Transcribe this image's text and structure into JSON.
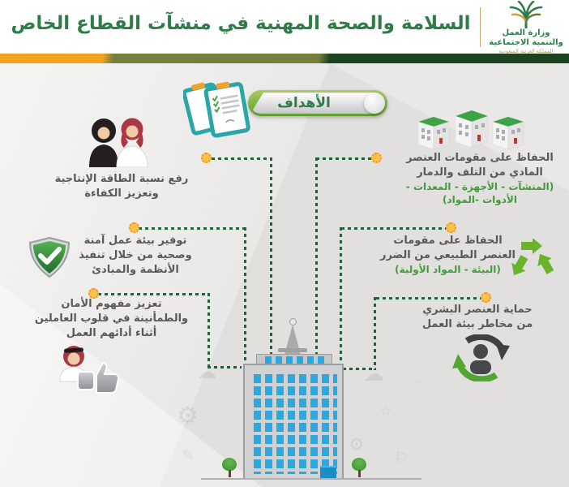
{
  "header": {
    "title": "السلامة والصحة المهنية في منشآت القطاع الخاص",
    "ministry": {
      "line1": "وزارة العمل",
      "line2": "والتنمية الاجتماعية",
      "line3": "المملكة العربية السعودية"
    }
  },
  "banner": {
    "label": "الأهداف"
  },
  "objectives": {
    "left": [
      {
        "id": "productivity",
        "lines": [
          "رفع نسبة الطاقة الإنتاجية",
          "وتعزيز الكفاءة"
        ]
      },
      {
        "id": "safe-environment",
        "lines": [
          "توفير بيئة عمل آمنة",
          "وصحية من خلال تنفيذ",
          "الأنظمة والمبادئ"
        ]
      },
      {
        "id": "reassurance",
        "lines": [
          "تعزيز مفهوم الأمان",
          "والطمأنينة في قلوب العاملين",
          "أثناء أدائهم العمل"
        ]
      }
    ],
    "right": [
      {
        "id": "material-protection",
        "lines": [
          "الحفاظ على مقومات العنصر",
          "المادي من التلف والدمار"
        ],
        "sub": [
          "(المنشآت - الأجهزة - المعدات -",
          "الأدوات -المواد)"
        ]
      },
      {
        "id": "natural-protection",
        "lines": [
          "الحفاظ على مقومات",
          "العنصر الطبيعي من الضرر"
        ],
        "sub": [
          "(البيئة - المواد الأولية)"
        ]
      },
      {
        "id": "human-protection",
        "lines": [
          "حماية العنصر البشري",
          "من مخاطر بيئة العمل"
        ],
        "sub": []
      }
    ]
  },
  "colors": {
    "title_green": "#2f7c49",
    "text_gray": "#58595b",
    "sub_green": "#3f9b3c",
    "band_gold": "#f2a51c",
    "band_olive": "#75803f",
    "band_dark_green": "#1c4220",
    "dotted_line_green": "#156a38",
    "connector_dot_orange": "#f39324",
    "window_blue": "#2aa9e0",
    "clipboard_teal": "#2aa5a8",
    "shield_green": "#2f8a3c",
    "recycle_green": "#6ab32c"
  },
  "doodles": [
    {
      "name": "doodle-gear-icon",
      "glyph": "⚙"
    },
    {
      "name": "doodle-cloud-icon",
      "glyph": "☁"
    },
    {
      "name": "doodle-pencil-icon",
      "glyph": "✎"
    },
    {
      "name": "doodle-gear-icon",
      "glyph": "⚙"
    },
    {
      "name": "doodle-cloud-icon",
      "glyph": "☁"
    },
    {
      "name": "doodle-star-icon",
      "glyph": "☆"
    },
    {
      "name": "doodle-flag-icon",
      "glyph": "⚐"
    },
    {
      "name": "doodle-heart-icon",
      "glyph": "♡"
    }
  ]
}
